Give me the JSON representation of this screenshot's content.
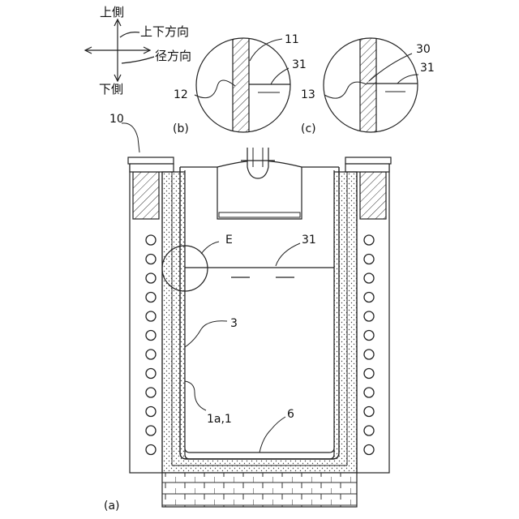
{
  "axes": {
    "up": "上側",
    "vertical": "上下方向",
    "radial": "径方向",
    "down": "下側"
  },
  "labels": {
    "device": "10",
    "fig_a": "(a)",
    "fig_b": "(b)",
    "fig_c": "(c)",
    "detail": "E",
    "ref_11": "11",
    "ref_12": "12",
    "ref_13": "13",
    "ref_30": "30",
    "ref_31_b": "31",
    "ref_31_c": "31",
    "ref_31_a": "31",
    "ref_3": "3",
    "ref_1a1": "1a,1",
    "ref_6": "6"
  },
  "colors": {
    "line": "#222222",
    "fill": "#ffffff"
  }
}
